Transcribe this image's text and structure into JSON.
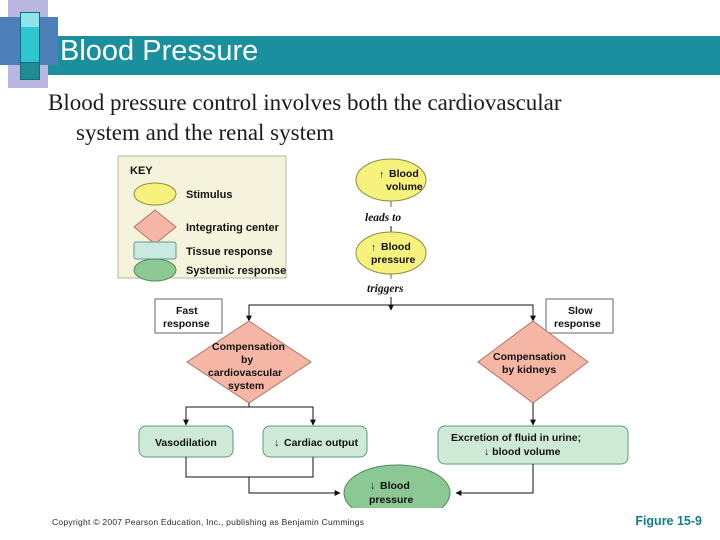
{
  "slide": {
    "title": "Blood Pressure",
    "body_line1": "Blood pressure control involves both the cardiovascular",
    "body_line2": "system and the renal system",
    "copyright": "Copyright © 2007 Pearson Education, Inc., publishing as Benjamin Cummings",
    "figure_number": "Figure 15-9"
  },
  "colors": {
    "banner_teal": "#1a8f9e",
    "header_blue": "#4c7fb8",
    "header_lavender": "#b9b6e2",
    "accent_cyan": "#2ec6cf",
    "figure_number_color": "#127f8c",
    "stimulus_yellow": "#f7f27e",
    "integrating_pink": "#f6b6a6",
    "tissue_cyan": "#c9e9e2",
    "systemic_green": "#8cc893",
    "response_box_green": "#cfe9d7",
    "key_background": "#f6f3dd"
  },
  "figure": {
    "key": {
      "title": "KEY",
      "items": [
        {
          "shape": "ellipse",
          "fill": "#f7f27e",
          "label": "Stimulus"
        },
        {
          "shape": "diamond",
          "fill": "#f6b6a6",
          "label": "Integrating center"
        },
        {
          "shape": "rectangle",
          "fill": "#c9e9e2",
          "label": "Tissue response"
        },
        {
          "shape": "ellipse",
          "fill": "#8cc893",
          "label": "Systemic response"
        }
      ]
    },
    "nodes": {
      "blood_volume": {
        "type": "stimulus",
        "arrow": "↑",
        "lines": [
          "Blood",
          "volume"
        ]
      },
      "blood_pressure_up": {
        "type": "stimulus",
        "arrow": "↑",
        "lines": [
          "Blood",
          "pressure"
        ]
      },
      "fast_response": {
        "type": "label",
        "lines": [
          "Fast",
          "response"
        ]
      },
      "slow_response": {
        "type": "label",
        "lines": [
          "Slow",
          "response"
        ]
      },
      "comp_cardio": {
        "type": "integrating-center",
        "lines": [
          "Compensation",
          "by",
          "cardiovascular",
          "system"
        ]
      },
      "comp_kidneys": {
        "type": "integrating-center",
        "lines": [
          "Compensation",
          "by kidneys"
        ]
      },
      "vasodilation": {
        "type": "tissue-response",
        "lines": [
          "Vasodilation"
        ]
      },
      "cardiac_output": {
        "type": "tissue-response",
        "arrow": "↓",
        "lines": [
          "Cardiac output"
        ]
      },
      "excretion": {
        "type": "tissue-response",
        "lines": [
          "Excretion of fluid in urine;",
          "↓  blood volume"
        ]
      },
      "blood_pressure_dn": {
        "type": "systemic-response",
        "arrow": "↓",
        "lines": [
          "Blood",
          "pressure"
        ]
      }
    },
    "edge_labels": {
      "leads_to": "leads to",
      "triggers": "triggers"
    }
  }
}
